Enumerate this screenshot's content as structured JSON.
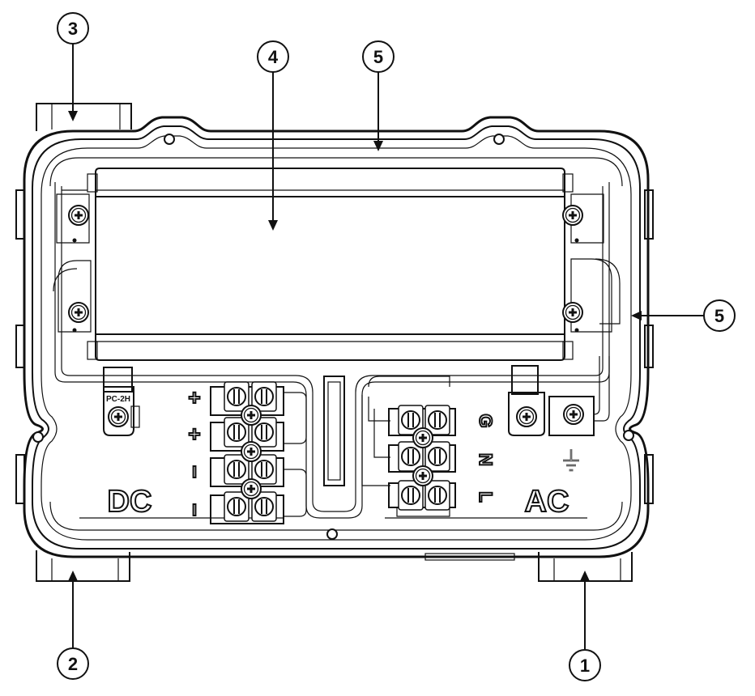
{
  "callouts": [
    {
      "id": "1",
      "label": "1"
    },
    {
      "id": "2",
      "label": "2"
    },
    {
      "id": "3",
      "label": "3"
    },
    {
      "id": "4",
      "label": "4"
    },
    {
      "id": "5a",
      "label": "5"
    },
    {
      "id": "5b",
      "label": "5"
    }
  ],
  "labels": {
    "dc": "DC",
    "ac": "AC",
    "connector": "PC-2H",
    "dc_plus_1": "+",
    "dc_plus_2": "+",
    "dc_minus_1": "I",
    "dc_minus_2": "I",
    "ac_g": "G",
    "ac_n": "N",
    "ac_l": "L"
  },
  "icons": [
    "ground-icon",
    "screw-icon"
  ]
}
